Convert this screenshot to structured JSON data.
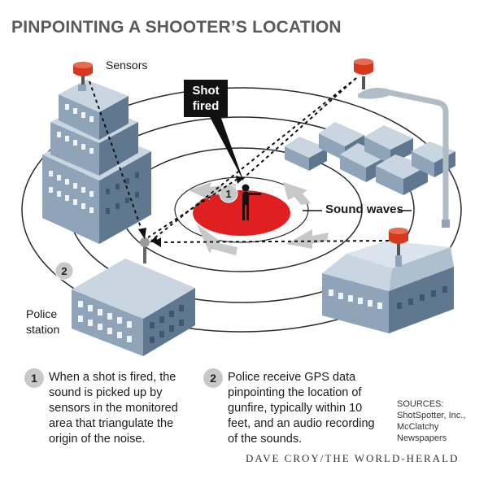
{
  "title": "PINPOINTING A SHOOTER’S LOCATION",
  "labels": {
    "sensors": "Sensors",
    "shot_line1": "Shot",
    "shot_line2": "fired",
    "sound_waves": "Sound waves",
    "police_line1": "Police",
    "police_line2": "station"
  },
  "steps": [
    {
      "number": "1",
      "text": "When a shot is fired, the sound is picked up by sensors in the monitored area that triangulate the origin of the noise."
    },
    {
      "number": "2",
      "text": "Police receive GPS data pinpointing the location of gunfire, typically within 10 feet, and an audio recording of the sounds."
    }
  ],
  "sources": {
    "heading": "SOURCES:",
    "line1": "ShotSpotter, Inc.,",
    "line2": "McClatchy",
    "line3": "Newspapers"
  },
  "credit": "DAVE CROY/THE WORLD-HERALD",
  "colors": {
    "building_front": "#8fa4b8",
    "building_side": "#5f7890",
    "building_top": "#c9d6e1",
    "sensor_red": "#d2391f",
    "target_red": "#e02020",
    "ring": "#2a2a2a",
    "arrow_gray": "#c8c8c8"
  },
  "icons": [
    "sensor-icon",
    "shooter-icon",
    "streetlight-icon",
    "house-icon"
  ]
}
